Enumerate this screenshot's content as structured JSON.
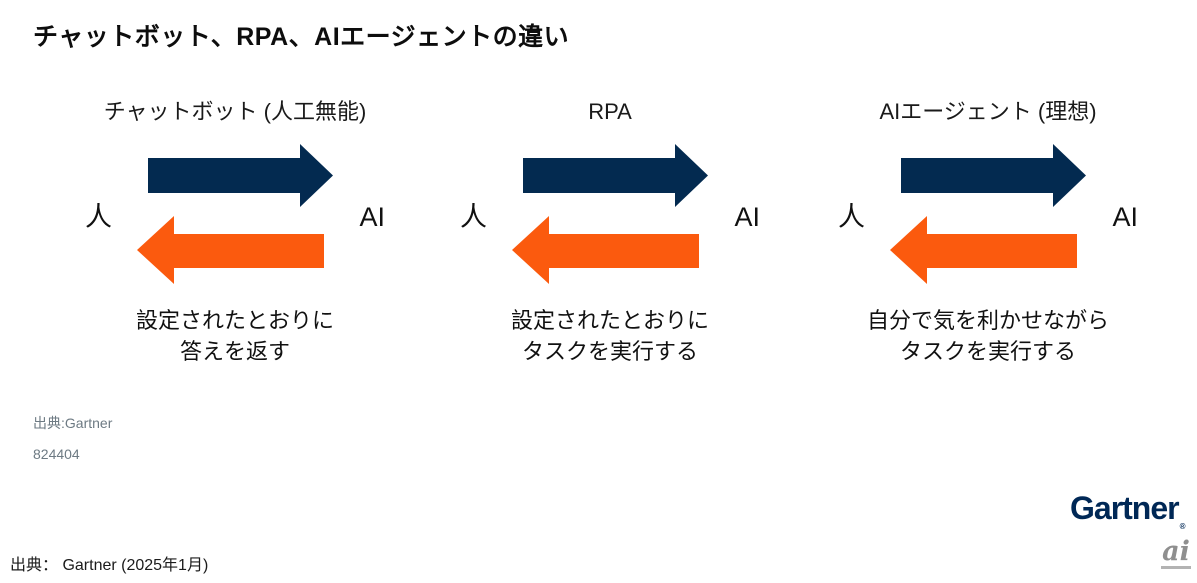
{
  "page": {
    "title": "チャットボット、RPA、AIエージェントの違い"
  },
  "colors": {
    "navy_arrow": "#032A50",
    "orange_arrow": "#FB5A0E",
    "gartner_logo_navy": "#002856",
    "gray_source_text": "#6D7A83"
  },
  "panels": [
    {
      "title": "チャットボット (人工無能)",
      "left_label": "人",
      "right_label": "AI",
      "description_line1": "設定されたとおりに",
      "description_line2": "答えを返す"
    },
    {
      "title": "RPA",
      "left_label": "人",
      "right_label": "AI",
      "description_line1": "設定されたとおりに",
      "description_line2": "タスクを実行する"
    },
    {
      "title": "AIエージェント (理想)",
      "left_label": "人",
      "right_label": "AI",
      "description_line1": "自分で気を利かせながら",
      "description_line2": "タスクを実行する"
    }
  ],
  "source_block": {
    "source_line": "出典:Gartner",
    "figure_number": "824404"
  },
  "gartner_logo": {
    "text": "Gartner",
    "registered_mark": "®"
  },
  "footer": {
    "source_text": "出典： Gartner (2025年1月)",
    "publisher_logo_text": "ai"
  }
}
